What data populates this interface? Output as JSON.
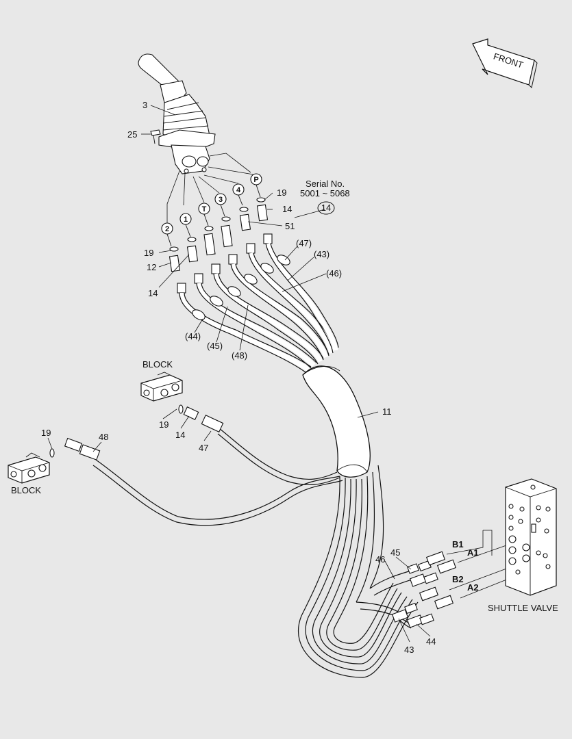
{
  "title": "",
  "front_label": "FRONT",
  "serial": {
    "line1": "Serial No.",
    "line2": "5001 ~ 5068",
    "part": "14"
  },
  "port_circles": [
    "2",
    "1",
    "T",
    "3",
    "4",
    "P"
  ],
  "block_labels": {
    "upper": "BLOCK",
    "lower": "BLOCK"
  },
  "shuttle_valve_label": "SHUTTLE VALVE",
  "port_letters": {
    "b1": "B1",
    "a1": "A1",
    "b2": "B2",
    "a2": "A2"
  },
  "callouts": {
    "c3": "3",
    "c25": "25",
    "c19a": "19",
    "c14a": "14",
    "c51": "51",
    "c19b": "19",
    "c12": "12",
    "c14b": "14",
    "c47p": "(47)",
    "c43p": "(43)",
    "c46p": "(46)",
    "c44p": "(44)",
    "c45p": "(45)",
    "c48p": "(48)",
    "c11": "11",
    "c19c": "19",
    "c14c": "14",
    "c47": "47",
    "c19d": "19",
    "c48": "48",
    "c45": "45",
    "c46": "46",
    "c43": "43",
    "c44": "44"
  }
}
